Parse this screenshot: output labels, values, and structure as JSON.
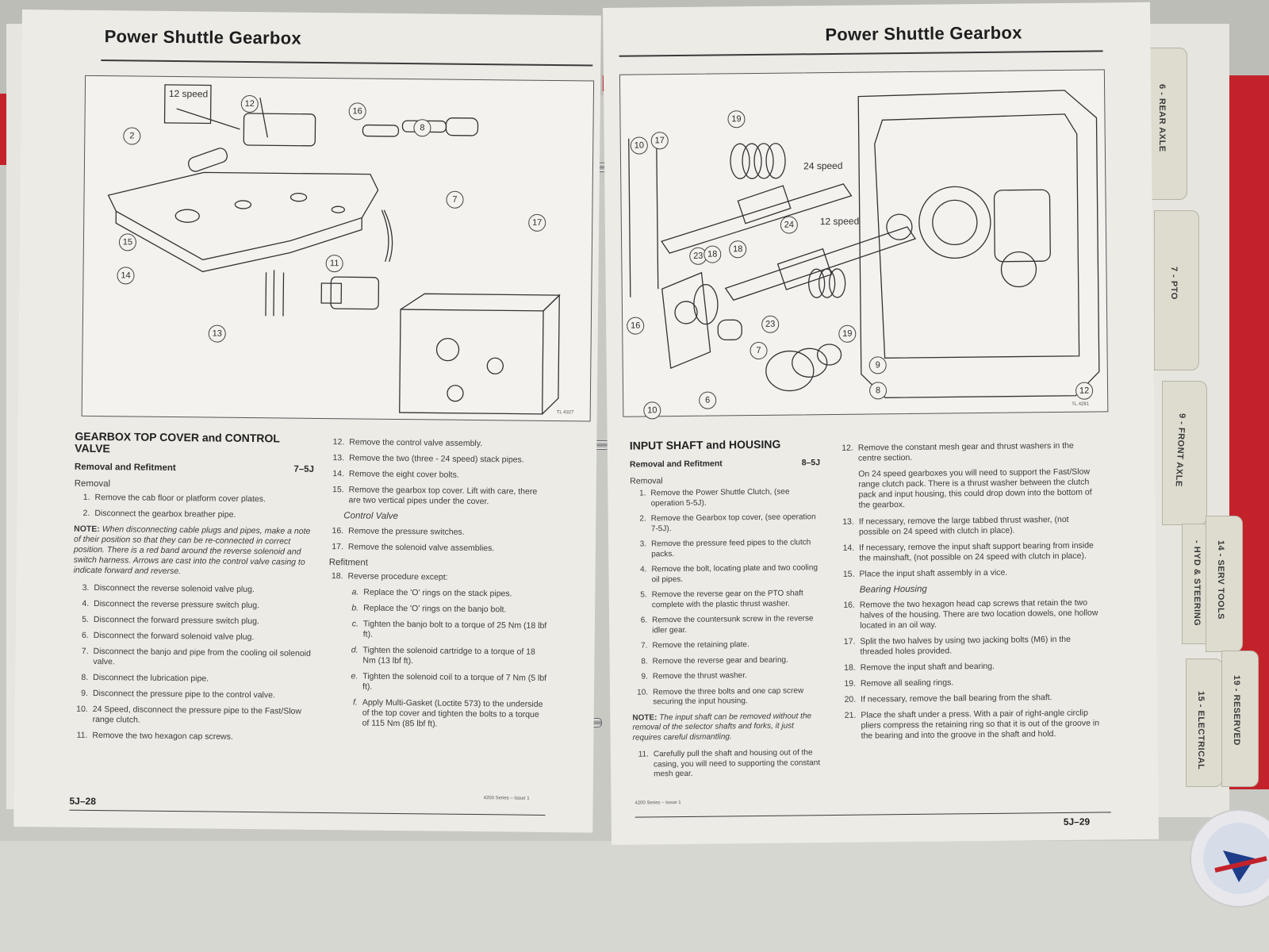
{
  "left_page": {
    "header": "Power Shuttle Gearbox",
    "figure": {
      "label_12_speed": "12 speed",
      "callouts": [
        "2",
        "12",
        "16",
        "8",
        "7",
        "17",
        "15",
        "14",
        "11",
        "13"
      ],
      "code": "TL 4327"
    },
    "section_title": "GEARBOX TOP COVER and CONTROL VALVE",
    "sub_title": "Removal and Refitment",
    "sub_ref": "7–5J",
    "removal_head": "Removal",
    "steps_a": [
      {
        "n": "1.",
        "t": "Remove the cab floor or platform cover plates."
      },
      {
        "n": "2.",
        "t": "Disconnect the gearbox breather pipe."
      }
    ],
    "note_label": "NOTE:",
    "note_text": "When disconnecting cable plugs and pipes, make a note of their position so that they can be re-connected in correct position. There is a red band around the reverse solenoid and switch harness. Arrows are cast into the control valve casing to indicate forward and reverse.",
    "steps_b": [
      {
        "n": "3.",
        "t": "Disconnect the reverse solenoid valve plug."
      },
      {
        "n": "4.",
        "t": "Disconnect the reverse pressure switch plug."
      },
      {
        "n": "5.",
        "t": "Disconnect the forward pressure switch plug."
      },
      {
        "n": "6.",
        "t": "Disconnect the forward solenoid valve plug."
      },
      {
        "n": "7.",
        "t": "Disconnect the banjo and pipe from the cooling oil solenoid valve."
      },
      {
        "n": "8.",
        "t": "Disconnect the lubrication pipe."
      },
      {
        "n": "9.",
        "t": "Disconnect the pressure pipe to the control valve."
      },
      {
        "n": "10.",
        "t": "24 Speed, disconnect the pressure pipe to the Fast/Slow range clutch."
      },
      {
        "n": "11.",
        "t": "Remove the two hexagon cap screws."
      }
    ],
    "steps_c": [
      {
        "n": "12.",
        "t": "Remove the control valve assembly."
      },
      {
        "n": "13.",
        "t": "Remove the two (three - 24 speed) stack pipes."
      },
      {
        "n": "14.",
        "t": "Remove the eight cover bolts."
      },
      {
        "n": "15.",
        "t": "Remove the gearbox top cover. Lift with care, there are two vertical pipes under the cover."
      }
    ],
    "control_valve_head": "Control Valve",
    "steps_d": [
      {
        "n": "16.",
        "t": "Remove the pressure switches."
      },
      {
        "n": "17.",
        "t": "Remove the solenoid valve assemblies."
      }
    ],
    "refitment_head": "Refitment",
    "steps_e": [
      {
        "n": "18.",
        "t": "Reverse procedure except:"
      }
    ],
    "sub_steps": [
      {
        "n": "a.",
        "t": "Replace the 'O' rings on the stack pipes."
      },
      {
        "n": "b.",
        "t": "Replace the 'O' rings on the banjo bolt."
      },
      {
        "n": "c.",
        "t": "Tighten the banjo bolt to a torque of 25 Nm (18 lbf ft)."
      },
      {
        "n": "d.",
        "t": "Tighten the solenoid cartridge to a torque of 18 Nm (13 lbf ft)."
      },
      {
        "n": "e.",
        "t": "Tighten the solenoid coil to a torque of 7 Nm (5 lbf ft)."
      },
      {
        "n": "f.",
        "t": "Apply Multi-Gasket (Loctite 573) to the underside of the top cover and tighten the bolts to a torque of 115 Nm (85 lbf ft)."
      }
    ],
    "footer_page": "5J–28",
    "footer_series": "4200 Series – Issue 1"
  },
  "right_page": {
    "header": "Power Shuttle Gearbox",
    "figure": {
      "label_24_speed": "24 speed",
      "label_12_speed": "12 speed",
      "callouts": [
        "19",
        "17",
        "10",
        "16",
        "24",
        "23",
        "18",
        "18",
        "23",
        "19",
        "7",
        "9",
        "6",
        "8",
        "10",
        "12"
      ],
      "code": "TL 4281"
    },
    "section_title": "INPUT SHAFT and HOUSING",
    "sub_title": "Removal and Refitment",
    "sub_ref": "8–5J",
    "removal_head": "Removal",
    "steps_a": [
      {
        "n": "1.",
        "t": "Remove the Power Shuttle Clutch, (see operation 5-5J)."
      },
      {
        "n": "2.",
        "t": "Remove the Gearbox top cover, (see operation 7-5J)."
      },
      {
        "n": "3.",
        "t": "Remove the pressure feed pipes to the clutch packs."
      },
      {
        "n": "4.",
        "t": "Remove the bolt, locating plate and two cooling oil pipes."
      },
      {
        "n": "5.",
        "t": "Remove the reverse gear on the PTO shaft complete with the plastic thrust washer."
      },
      {
        "n": "6.",
        "t": "Remove the countersunk screw in the reverse idler gear."
      },
      {
        "n": "7.",
        "t": "Remove the retaining plate."
      },
      {
        "n": "8.",
        "t": "Remove the reverse gear and bearing."
      },
      {
        "n": "9.",
        "t": "Remove the thrust washer."
      },
      {
        "n": "10.",
        "t": "Remove the three bolts and one cap screw securing the input housing."
      }
    ],
    "note_label": "NOTE:",
    "note_text": "The input shaft can be removed without the removal of the selector shafts and forks, it just requires careful dismantling.",
    "steps_b": [
      {
        "n": "11.",
        "t": "Carefully pull the shaft and housing out of the casing, you will need to supporting the constant mesh gear."
      }
    ],
    "steps_c": [
      {
        "n": "12.",
        "t": "Remove the constant mesh gear and thrust washers in the centre section."
      }
    ],
    "para_24": "On 24 speed gearboxes you will need to support the Fast/Slow range clutch pack. There is a thrust washer between the clutch pack and input housing, this could drop down into the bottom of the gearbox.",
    "steps_d": [
      {
        "n": "13.",
        "t": "If necessary, remove the large tabbed thrust washer, (not possible on 24 speed with clutch in place)."
      },
      {
        "n": "14.",
        "t": "If necessary, remove the input shaft support bearing from inside the mainshaft, (not possible on 24 speed with clutch in place)."
      },
      {
        "n": "15.",
        "t": "Place the input shaft assembly in a vice."
      }
    ],
    "bearing_head": "Bearing Housing",
    "steps_e": [
      {
        "n": "16.",
        "t": "Remove the two hexagon head cap screws that retain the two halves of the housing. There are two location dowels, one hollow located in an oil way."
      },
      {
        "n": "17.",
        "t": "Split the two halves by using two jacking bolts (M6) in the threaded holes provided."
      },
      {
        "n": "18.",
        "t": "Remove the input shaft and bearing."
      },
      {
        "n": "19.",
        "t": "Remove all sealing rings."
      },
      {
        "n": "20.",
        "t": "If necessary, remove the ball bearing from the shaft."
      },
      {
        "n": "21.",
        "t": "Place the shaft under a press. With a pair of right-angle circlip pliers compress the retaining ring so that it is out of the groove in the bearing and into the groove in the shaft and hold."
      }
    ],
    "footer_page": "5J–29",
    "footer_series": "4200 Series – Issue 1"
  },
  "tabs": [
    {
      "label": "6 - REAR AXLE"
    },
    {
      "label": "7 - PTO"
    },
    {
      "label": "9 - FRONT AXLE"
    },
    {
      "label": "- HYD & STEERING"
    },
    {
      "label": "14 - SERV TOOLS"
    },
    {
      "label": "15 - ELECTRICAL"
    },
    {
      "label": "19 - RESERVED"
    }
  ]
}
